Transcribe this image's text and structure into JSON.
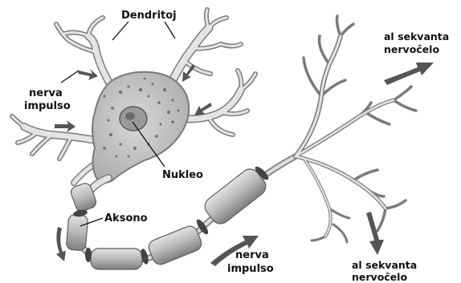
{
  "labels": {
    "dendrites": "Dendritoj",
    "impulse_in_line1": "nerva",
    "impulse_in_line2": "impulso",
    "nucleus": "Nukleo",
    "axon": "Aksono",
    "impulse_out_line1": "nerva",
    "impulse_out_line2": "impulso",
    "next_cell_top_line1": "al sekvanta",
    "next_cell_top_line2": "nervoĉelo",
    "next_cell_bottom_line1": "al sekvanta",
    "next_cell_bottom_line2": "nervoĉelo"
  },
  "colors": {
    "membrane": "#8c8c8c",
    "cell_fill": "#c9c9c9",
    "nucleus_fill": "#9a9a9a",
    "myelin_fill": "#b3b3b3",
    "arrow": "#555555",
    "text": "#111111"
  }
}
